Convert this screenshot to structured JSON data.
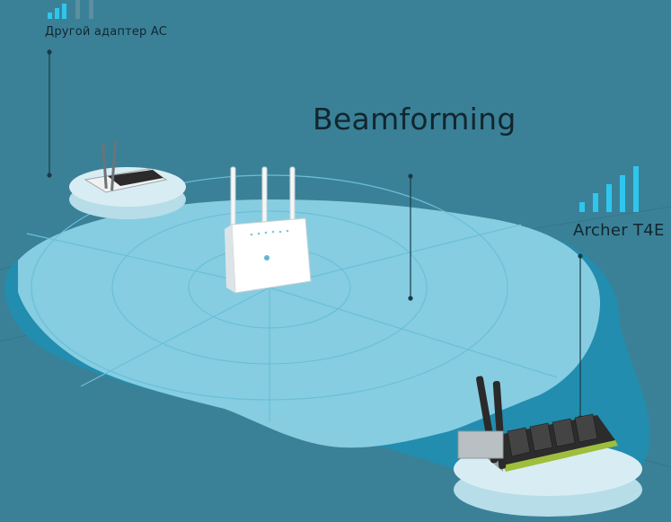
{
  "title": "Beamforming",
  "other_adapter": {
    "label": "Другой адаптер AC",
    "signal_icon": "signal-bars-icon",
    "signal_level": 0.5
  },
  "archer": {
    "label": "Archer T4E",
    "signal_icon": "signal-bars-icon",
    "signal_level": 1.0
  },
  "router": {
    "icon": "router-icon"
  },
  "colors": {
    "background": "#3a8198",
    "coverage_light": "#8fd3e6",
    "coverage_dark": "#1f8fb2",
    "signal_bar": "#2fc6ee",
    "signal_bar_inactive": "#5d8fa0",
    "text": "#12262e"
  }
}
